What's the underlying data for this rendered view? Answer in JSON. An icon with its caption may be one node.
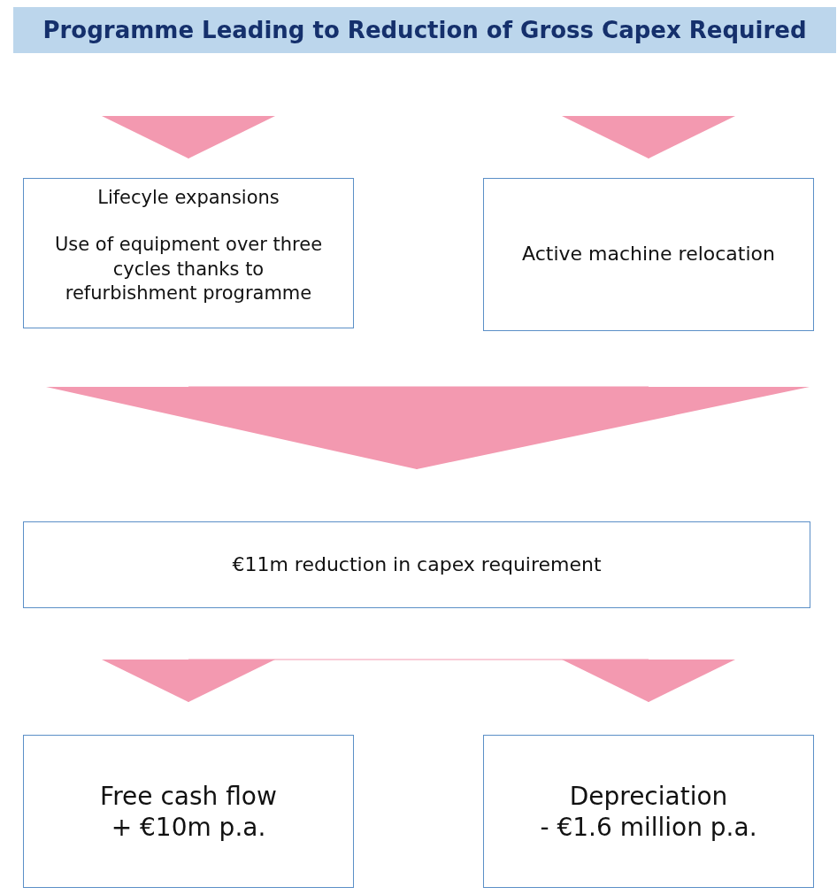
{
  "diagram": {
    "title": "Programme Leading to Reduction of Gross Capex Required",
    "nodes": [
      {
        "text": [
          "Lifecyle expansions",
          "Use of equipment over three cycles thanks to refurbishment programme"
        ]
      },
      {
        "text": [
          "Active machine relocation"
        ]
      },
      {
        "text": [
          "€11m reduction in capex requirement"
        ]
      },
      {
        "text": [
          "Free cash flow",
          "+ €10m p.a."
        ]
      },
      {
        "text": [
          "Depreciation",
          "- €1.6 million p.a."
        ]
      }
    ],
    "edges": [
      {
        "from": null,
        "to": 0,
        "arrow": "to"
      },
      {
        "from": null,
        "to": 1,
        "arrow": "to"
      },
      {
        "from": 0,
        "to": 2,
        "arrow": "to"
      },
      {
        "from": 1,
        "to": 2,
        "arrow": "to"
      },
      {
        "from": 2,
        "to": 3,
        "arrow": "to"
      },
      {
        "from": 2,
        "to": 4,
        "arrow": "to"
      }
    ]
  }
}
